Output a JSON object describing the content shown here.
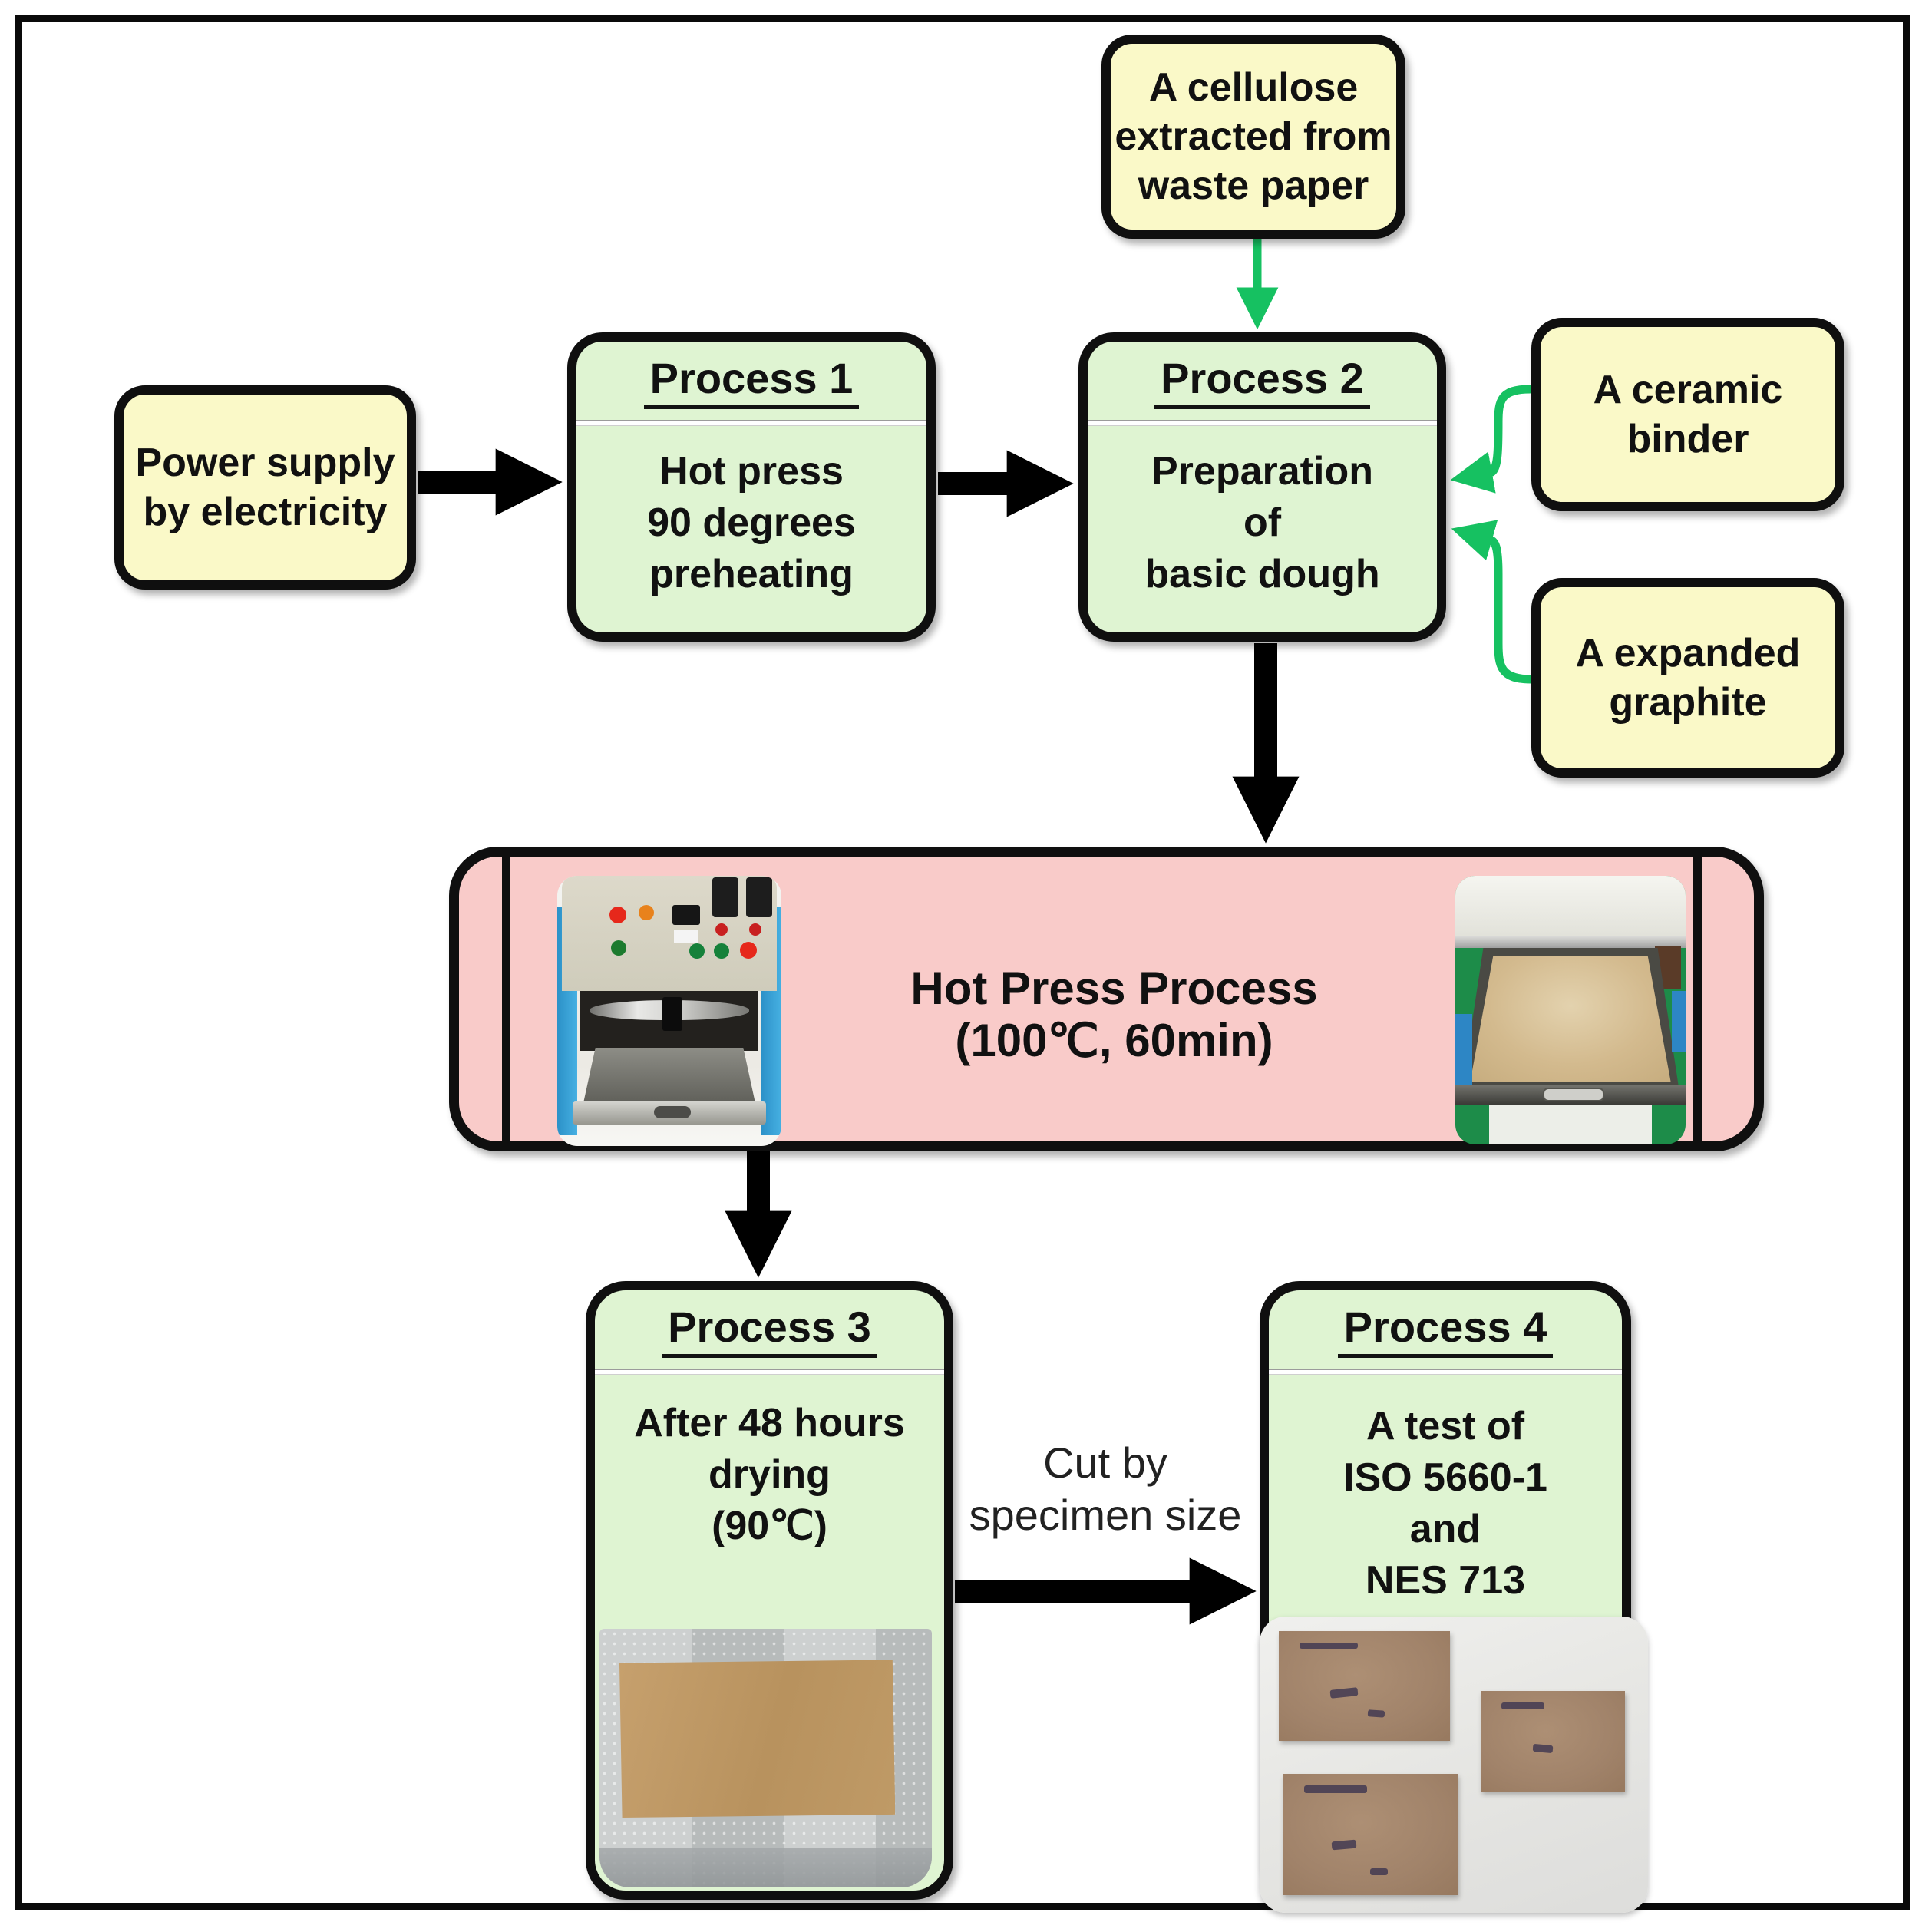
{
  "colors": {
    "node_yellow": "#FAF9C8",
    "node_green": "#DFF4D2",
    "band_pink": "#F9CBC9",
    "border_black": "#0f0f0f",
    "arrow_black": "#000000",
    "arrow_green": "#16C161",
    "text": "#111111"
  },
  "nodes": {
    "cellulose": {
      "lines": [
        "A cellulose",
        "extracted from",
        "waste paper"
      ]
    },
    "power_supply": {
      "lines": [
        "Power supply",
        "by electricity"
      ]
    },
    "process1": {
      "title": "Process 1",
      "lines": [
        "Hot press",
        "90 degrees",
        "preheating"
      ]
    },
    "process2": {
      "title": "Process 2",
      "lines": [
        "Preparation",
        "of",
        "basic dough"
      ]
    },
    "ceramic_binder": {
      "lines": [
        "A ceramic",
        "binder"
      ]
    },
    "expanded_graphite": {
      "lines": [
        "A expanded",
        "graphite"
      ]
    },
    "hot_press_band": {
      "lines": [
        "Hot Press Process",
        "(100℃, 60min)"
      ]
    },
    "process3": {
      "title": "Process 3",
      "lines": [
        "After 48 hours",
        "drying",
        "(90℃)"
      ]
    },
    "process4": {
      "title": "Process 4",
      "lines": [
        "A test of",
        "ISO 5660-1",
        "and",
        "NES 713"
      ]
    }
  },
  "edge_labels": {
    "cut": {
      "lines": [
        "Cut by",
        "specimen size"
      ]
    }
  },
  "photos": {
    "left_machine": "hot-press-machine-front-photo",
    "right_bed": "hot-press-bed-with-board-photo",
    "process3_photo": "dried-board-in-oven-photo",
    "process4_photo": "cut-specimen-samples-photo"
  }
}
